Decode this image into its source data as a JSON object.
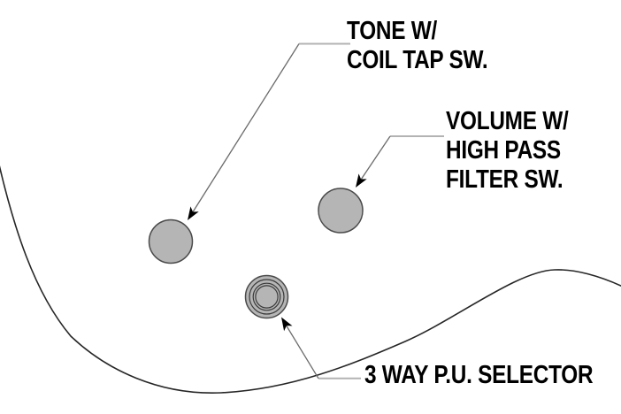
{
  "diagram_title": "guitar-control-layout",
  "labels": {
    "tone": {
      "line1": "TONE W/",
      "line2": "COIL TAP SW."
    },
    "volume": {
      "line1": "VOLUME W/",
      "line2": "HIGH PASS",
      "line3": "FILTER SW."
    },
    "selector": {
      "line1": "3 WAY P.U. SELECTOR"
    }
  },
  "components": {
    "tone_knob": "Tone control knob with coil tap switch",
    "volume_knob": "Volume control knob with high pass filter switch",
    "pickup_selector": "3 way pickup selector switch"
  },
  "colors": {
    "background": "#ffffff",
    "text": "#000000",
    "knob_fill": "#b5b5b5",
    "knob_stroke": "#4a4a4a",
    "body_outline": "#262626",
    "leader_diagonal": "#6b6b6b",
    "leader_horizontal": "#b3b3b3",
    "arrowhead": "#000000"
  }
}
